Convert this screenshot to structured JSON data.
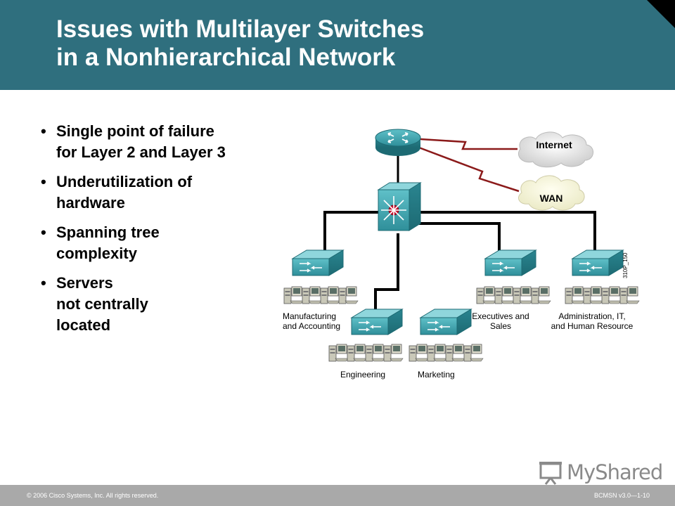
{
  "slide": {
    "title_lines": [
      "Issues with Multilayer Switches",
      "in a Nonhierarchical Network"
    ],
    "bullets": [
      {
        "lines": [
          "Single point of failure",
          "for Layer 2 and Layer 3"
        ]
      },
      {
        "lines": [
          "Underutilization of",
          "hardware"
        ]
      },
      {
        "lines": [
          "Spanning tree",
          "complexity"
        ]
      },
      {
        "lines": [
          "Servers",
          "not centrally",
          "located"
        ]
      }
    ],
    "bullet_glyph": "•"
  },
  "diagram": {
    "clouds": {
      "internet": "Internet",
      "wan": "WAN"
    },
    "groups": {
      "manufacturing": [
        "Manufacturing",
        "and Accounting"
      ],
      "engineering": [
        "Engineering"
      ],
      "marketing": [
        "Marketing"
      ],
      "executives": [
        "Executives and",
        "Sales"
      ],
      "administration": [
        "Administration, IT,",
        "and Human Resource"
      ]
    },
    "figure_id": "310P_150",
    "colors": {
      "link": "#000000",
      "wan_link": "#8b1a1a",
      "device": "#2f8f9a",
      "cloud": "#e8e8e8"
    },
    "icons": [
      "router-icon",
      "multilayer-switch-icon",
      "switch-icon",
      "workstation-icon",
      "cloud-icon"
    ]
  },
  "footer": {
    "copyright": "© 2006 Cisco Systems, Inc. All rights reserved.",
    "slide_id": "BCMSN v3.0—1-10"
  },
  "watermark": {
    "my": "My",
    "shared": "Shared"
  },
  "theme": {
    "header": "#2f6f7e",
    "footer": "#a9a9a9"
  }
}
